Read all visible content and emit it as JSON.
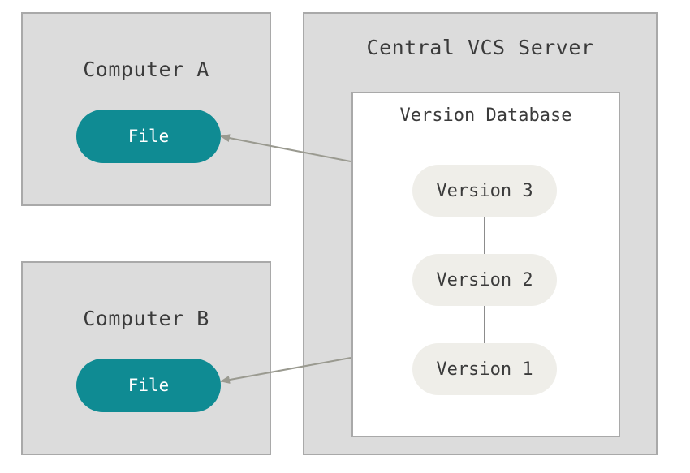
{
  "computer_a": {
    "title": "Computer A",
    "file_label": "File"
  },
  "computer_b": {
    "title": "Computer B",
    "file_label": "File"
  },
  "server": {
    "title": "Central VCS Server",
    "database": {
      "title": "Version Database",
      "versions": [
        "Version 3",
        "Version 2",
        "Version 1"
      ]
    }
  },
  "colors": {
    "file_fill": "#0f8b93",
    "version_fill": "#efeee9",
    "box_fill": "#dcdcdc",
    "arrow": "#9a9a90"
  }
}
